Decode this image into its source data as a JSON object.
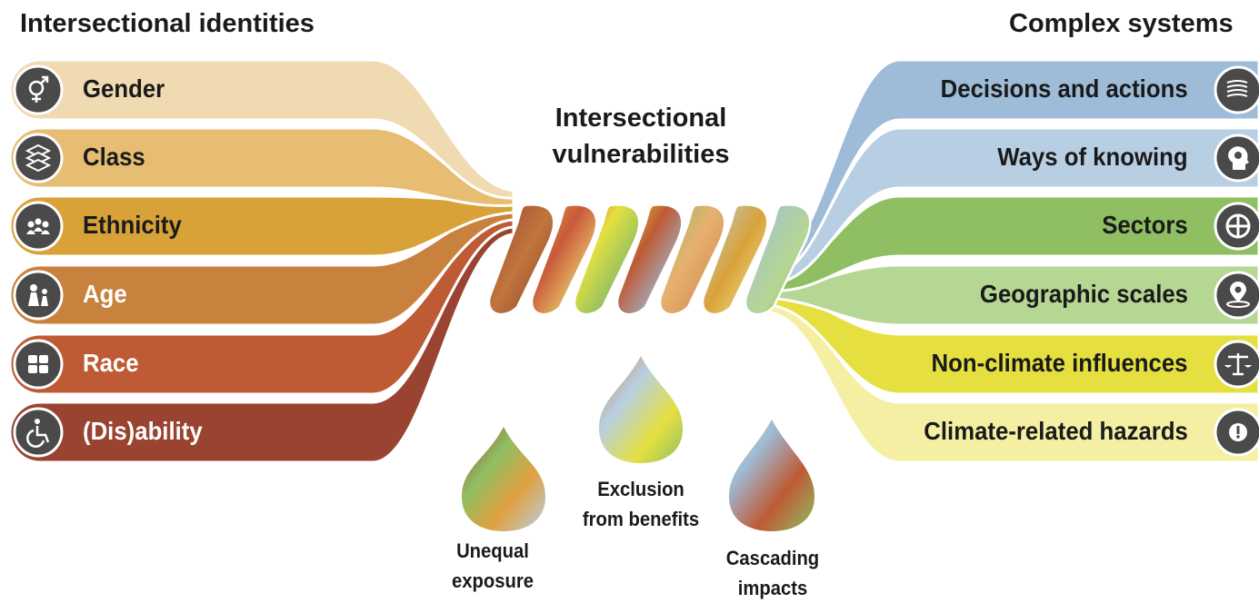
{
  "headings": {
    "left": "Intersectional identities",
    "right": "Complex systems",
    "center_line1": "Intersectional",
    "center_line2": "vulnerabilities"
  },
  "identities": [
    {
      "label": "Gender",
      "icon": "gender-icon",
      "color": "#f0dab2",
      "text_color": "#1a1a1a"
    },
    {
      "label": "Class",
      "icon": "layers-icon",
      "color": "#e6bd72",
      "text_color": "#1a1a1a"
    },
    {
      "label": "Ethnicity",
      "icon": "people-group-icon",
      "color": "#d9a238",
      "text_color": "#1a1a1a"
    },
    {
      "label": "Age",
      "icon": "age-family-icon",
      "color": "#c8823d",
      "text_color": "#ffffff"
    },
    {
      "label": "Race",
      "icon": "hands-icon",
      "color": "#be5a34",
      "text_color": "#ffffff"
    },
    {
      "label": "(Dis)ability",
      "icon": "wheelchair-icon",
      "color": "#994330",
      "text_color": "#ffffff"
    }
  ],
  "systems": [
    {
      "label": "Decisions and actions",
      "icon": "flow-arrows-icon",
      "color": "#9ebcd8"
    },
    {
      "label": "Ways of knowing",
      "icon": "head-gear-icon",
      "color": "#b8cfe3"
    },
    {
      "label": "Sectors",
      "icon": "quadrant-circle-icon",
      "color": "#8fbf62"
    },
    {
      "label": "Geographic scales",
      "icon": "map-pin-icon",
      "color": "#b6d694"
    },
    {
      "label": "Non-climate influences",
      "icon": "scales-icon",
      "color": "#e5e040"
    },
    {
      "label": "Climate-related hazards",
      "icon": "hazard-alert-icon",
      "color": "#f5efa4"
    }
  ],
  "drops": [
    {
      "line1": "Unequal",
      "line2": "exposure"
    },
    {
      "line1": "Exclusion",
      "line2": "from benefits"
    },
    {
      "line1": "Cascading",
      "line2": "impacts"
    }
  ],
  "colors": {
    "icon_fill": "#4a4a4a",
    "text_dark": "#1a1a1a"
  }
}
